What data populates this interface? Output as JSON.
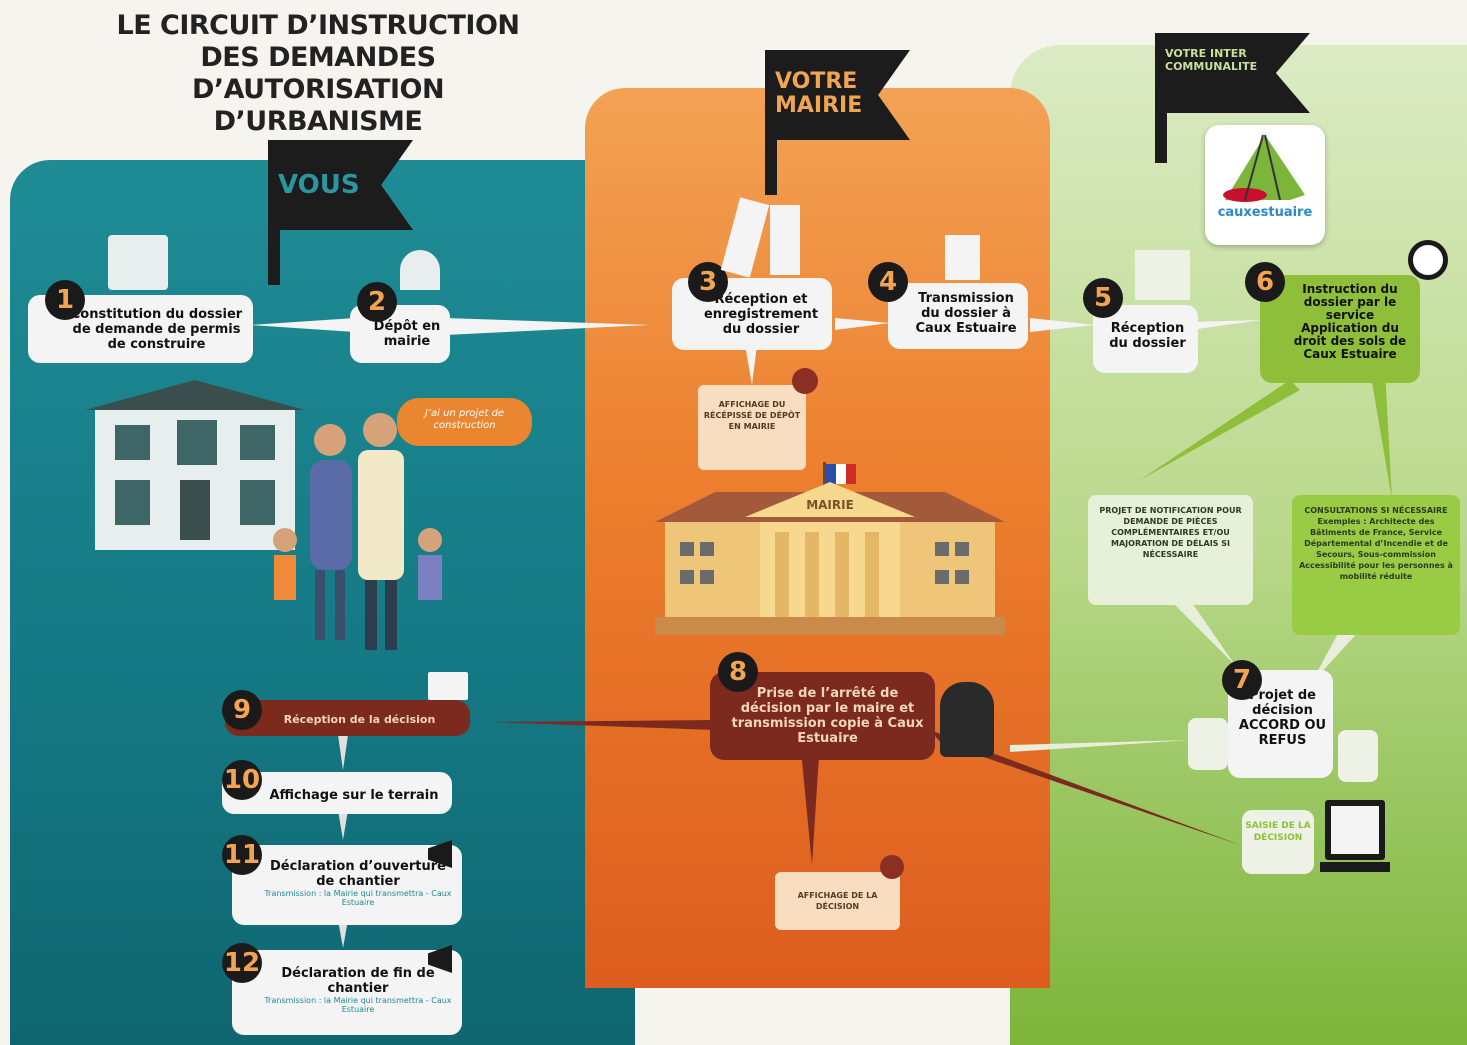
{
  "title": [
    "LE CIRCUIT D’INSTRUCTION",
    "DES DEMANDES D’AUTORISATION",
    "D’URBANISME"
  ],
  "flags": {
    "vous": "VOUS",
    "mairie": "VOTRE MAIRIE",
    "cc": "VOTRE INTER COMMUNALITE"
  },
  "logo_text": "cauxestuaire",
  "speech_bubble": "J’ai un projet de construction",
  "steps": {
    "s1": {
      "num": "1",
      "label": "Constitution du dossier de demande de permis de construire"
    },
    "s2": {
      "num": "2",
      "label": "Dépôt en mairie"
    },
    "s3": {
      "num": "3",
      "label": "Réception et enregistrement du dossier"
    },
    "s4": {
      "num": "4",
      "label": "Transmission du dossier à Caux Estuaire"
    },
    "s5": {
      "num": "5",
      "label": "Réception du dossier"
    },
    "s6": {
      "num": "6",
      "label": "Instruction du dossier par le service Application du droit des sols de Caux Estuaire"
    },
    "s7": {
      "num": "7",
      "label": "Projet de décision ACCORD OU REFUS"
    },
    "s8": {
      "num": "8",
      "label": "Prise de l’arrêté de décision par le maire et transmission copie à Caux Estuaire"
    },
    "s9": {
      "num": "9",
      "label": "Réception de la décision"
    },
    "s10": {
      "num": "10",
      "label": "Affichage sur le terrain"
    },
    "s11": {
      "num": "11",
      "label": "Déclaration d’ouverture de chantier",
      "sub": "Transmission : la Mairie qui transmettra - Caux Estuaire"
    },
    "s12": {
      "num": "12",
      "label": "Déclaration de fin de chantier",
      "sub": "Transmission : la Mairie qui transmettra - Caux Estuaire"
    }
  },
  "notes": {
    "affichage_depot": "AFFICHAGE DU RÉCÉPISSÉ DE DÉPÔT EN MAIRIE",
    "affichage_decision": "AFFICHAGE DE LA DÉCISION",
    "projet_notification": "PROJET DE NOTIFICATION POUR DEMANDE DE PIÈCES COMPLÉMENTAIRES ET/OU MAJORATION DE DÉLAIS SI NÉCESSAIRE",
    "consultations": "CONSULTATIONS SI NÉCESSAIRE Exemples : Architecte des Bâtiments de France, Service Départemental d’Incendie et de Secours, Sous-commission Accessibilité pour les personnes à mobilité réduite",
    "saisie": "SAISIE DE LA DÉCISION"
  },
  "mairie_sign": "MAIRIE",
  "colors": {
    "vous": "#147883",
    "mairie": "#ec7e2d",
    "cc": "#7cb53a",
    "flag": "#1c1c1c",
    "accent": "#f2a452"
  }
}
